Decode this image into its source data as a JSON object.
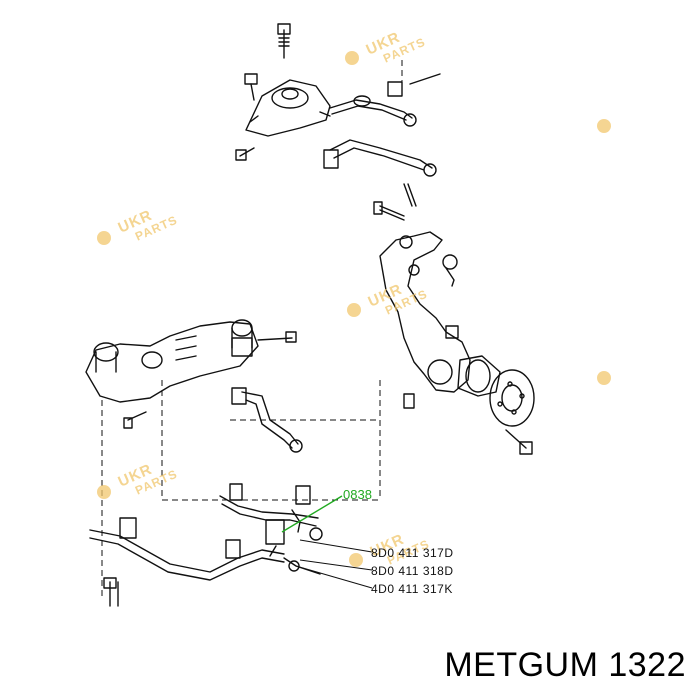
{
  "diagram": {
    "highlight_label": "0838",
    "part_numbers": [
      "8D0 411 317D",
      "8D0 411 318D",
      "4D0 411 317K"
    ],
    "caption": "METGUM 1322",
    "watermark": {
      "line1": "UKR",
      "line2": "PARTS"
    },
    "colors": {
      "line": "#111111",
      "highlight": "#22aa22",
      "watermark": "#f1c76e",
      "background": "#ffffff"
    }
  }
}
